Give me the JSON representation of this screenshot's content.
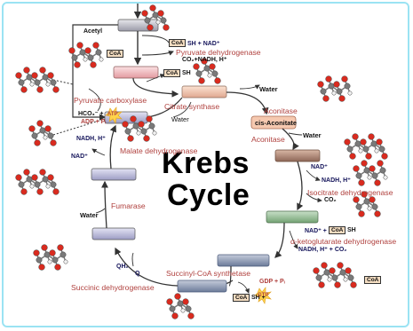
{
  "title": {
    "line1": "Krebs",
    "line2": "Cycle"
  },
  "enzymes": {
    "pyruvate_dehydrogenase": "Pyruvate dehydrogenase",
    "pyruvate_carboxylase": "Pyruvate carboxylase",
    "citrate_synthase": "Citrate synthase",
    "aconitase_top": "Aconitase",
    "aconitase_bottom": "Aconitase",
    "isocitrate_dehydrogenase": "Isocitrate dehydrogenase",
    "alpha_kg_dehydrogenase": "α-ketoglutarate dehydrogenase",
    "succinyl_coa_synthetase": "Succinyl-CoA synthetase",
    "succinic_dehydrogenase": "Succinic dehydrogenase",
    "fumarase": "Fumarase",
    "malate_dehydrogenase": "Malate dehydrogenase"
  },
  "labels": {
    "acetyl": "Acetyl",
    "cis_aconitate": "cis-Aconitate",
    "water_citrate": "Water",
    "water_aconitase_top": "Water",
    "water_aconitase_bottom": "Water",
    "water_fumarase": "Water",
    "coa_sh_nad": "SH + NAD⁺",
    "co2_nadh": "CO₂+NADH, H⁺",
    "coa_sh_acetyl": "SH",
    "hco3": "HCO₃⁻ +",
    "atp": "ATP",
    "adp_pi": "ADP + Pᵢ",
    "nad_isocitrate": "NAD⁺",
    "nadh_isocitrate": "NADH, H⁺",
    "co2_isocitrate": "CO₂",
    "nad_akg": "NAD⁺ +",
    "coa_sh_akg": "SH",
    "nadh_co2_akg": "NADH, H⁺ + CO₂",
    "gdp_pi": "GDP + Pᵢ",
    "coa_sh_gtp": "SH +",
    "gtp": "GTP",
    "qh2": "QH₂",
    "q": "Q",
    "nadh_malate": "NADH, H⁺",
    "nad_malate": "NAD⁺",
    "coa": "CoA"
  },
  "colors": {
    "frame": "#9be3f3",
    "enzyme_text": "#b0413e",
    "cofactor_text": "#14145a",
    "arrow": "#333333",
    "oxygen": "#d92b1f",
    "carbon": "#7a7a7a",
    "hydrogen": "#f2f2f2"
  }
}
